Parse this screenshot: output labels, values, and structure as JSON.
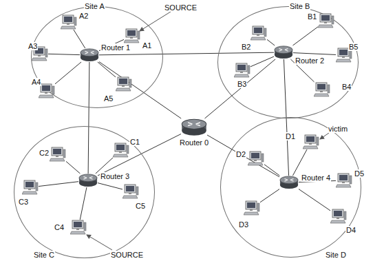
{
  "diagram": {
    "nodes": [
      {
        "text": [
          "Site A"
        ]
      },
      {
        "text": [
          "Router 1"
        ],
        "in": 0
      },
      {
        "text": [
          "A1"
        ],
        "in": 0
      },
      {
        "text": [
          "A2"
        ],
        "in": 0
      },
      {
        "text": [
          "A3"
        ],
        "in": 0
      },
      {
        "text": [
          "A4"
        ],
        "in": 0
      },
      {
        "text": [
          "A5"
        ],
        "in": 0
      },
      {
        "text": [
          "Site B"
        ]
      },
      {
        "text": [
          "Router 2"
        ],
        "in": 7
      },
      {
        "text": [
          "B1"
        ],
        "in": 7
      },
      {
        "text": [
          "B2"
        ],
        "in": 7
      },
      {
        "text": [
          "B3"
        ],
        "in": 7
      },
      {
        "text": [
          "B4"
        ],
        "in": 7
      },
      {
        "text": [
          "B5"
        ],
        "in": 7
      },
      {
        "text": [
          "Site C"
        ]
      },
      {
        "text": [
          "Router 3"
        ],
        "in": 14
      },
      {
        "text": [
          "C1"
        ],
        "in": 14
      },
      {
        "text": [
          "C2"
        ],
        "in": 14
      },
      {
        "text": [
          "C3"
        ],
        "in": 14
      },
      {
        "text": [
          "C4"
        ],
        "in": 14
      },
      {
        "text": [
          "C5"
        ],
        "in": 14
      },
      {
        "text": [
          "Site D"
        ]
      },
      {
        "text": [
          "Router 4"
        ],
        "in": 21
      },
      {
        "text": [
          "D1"
        ],
        "in": 21
      },
      {
        "text": [
          "D2"
        ],
        "in": 21
      },
      {
        "text": [
          "D3"
        ],
        "in": 21
      },
      {
        "text": [
          "D4"
        ],
        "in": 21
      },
      {
        "text": [
          "D5"
        ],
        "in": 21
      },
      {
        "text": [
          "Router 0"
        ]
      }
    ],
    "edges": [
      {
        "from": 1,
        "to": 8,
        "arrow": "none"
      },
      {
        "from": 1,
        "to": 15,
        "arrow": "none"
      },
      {
        "from": 1,
        "to": 28,
        "arrow": "none"
      },
      {
        "from": 8,
        "to": 28,
        "arrow": "none"
      },
      {
        "from": 8,
        "to": 22,
        "arrow": "none"
      },
      {
        "from": 15,
        "to": 28,
        "arrow": "none"
      },
      {
        "from": 22,
        "to": 28,
        "arrow": "none"
      },
      {
        "from": 2,
        "to": 1,
        "arrow": "none"
      },
      {
        "from": 3,
        "to": 1,
        "arrow": "none"
      },
      {
        "from": 4,
        "to": 1,
        "arrow": "none"
      },
      {
        "from": 5,
        "to": 1,
        "arrow": "none"
      },
      {
        "from": 6,
        "to": 1,
        "arrow": "none"
      },
      {
        "from": 9,
        "to": 8,
        "arrow": "none"
      },
      {
        "from": 10,
        "to": 8,
        "arrow": "none"
      },
      {
        "from": 11,
        "to": 8,
        "arrow": "none"
      },
      {
        "from": 12,
        "to": 8,
        "arrow": "none"
      },
      {
        "from": 13,
        "to": 8,
        "arrow": "none"
      },
      {
        "from": 16,
        "to": 15,
        "arrow": "none"
      },
      {
        "from": 17,
        "to": 15,
        "arrow": "none"
      },
      {
        "from": 18,
        "to": 15,
        "arrow": "none"
      },
      {
        "from": 19,
        "to": 15,
        "arrow": "none"
      },
      {
        "from": 20,
        "to": 15,
        "arrow": "none"
      },
      {
        "from": 23,
        "to": 22,
        "arrow": "none"
      },
      {
        "from": 24,
        "to": 22,
        "arrow": "none"
      },
      {
        "from": 25,
        "to": 22,
        "arrow": "none"
      },
      {
        "from": 26,
        "to": 22,
        "arrow": "none"
      },
      {
        "from": 27,
        "to": 22,
        "arrow": "none"
      }
    ],
    "labels": [
      "SOURCE",
      "SOURCE",
      "victim"
    ]
  }
}
